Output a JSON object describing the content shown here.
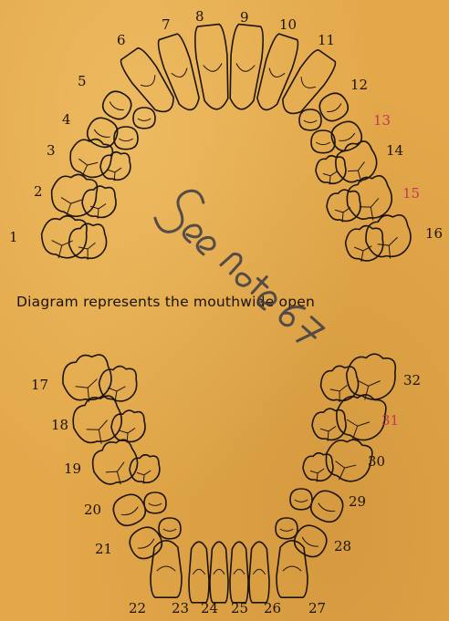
{
  "caption": "Diagram represents the mouthwide open",
  "annotation": "See note 67",
  "upper_teeth": [
    "1",
    "2",
    "3",
    "4",
    "5",
    "6",
    "7",
    "8",
    "9",
    "10",
    "11",
    "12",
    "13",
    "14",
    "15",
    "16"
  ],
  "lower_teeth": [
    "17",
    "18",
    "19",
    "20",
    "21",
    "22",
    "23",
    "24",
    "25",
    "26",
    "27",
    "28",
    "29",
    "30",
    "31",
    "32"
  ],
  "colors": {
    "paper": "#e3a84a",
    "ink": "#1c1410",
    "pencil": "#3c3a46",
    "pink_number": "#c2375a"
  }
}
